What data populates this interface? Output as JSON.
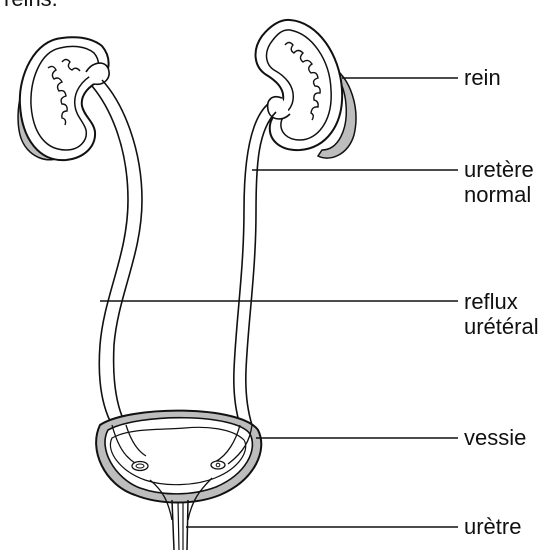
{
  "caption_fragment": "reins.",
  "labels": {
    "rein": "rein",
    "uretere_normal": [
      "uretère",
      "normal"
    ],
    "reflux_ureteral": [
      "reflux",
      "urétéral"
    ],
    "vessie": "vessie",
    "uretre": "urètre"
  },
  "colors": {
    "outline": "#111111",
    "shade": "#bdbdbd",
    "background": "#ffffff"
  }
}
